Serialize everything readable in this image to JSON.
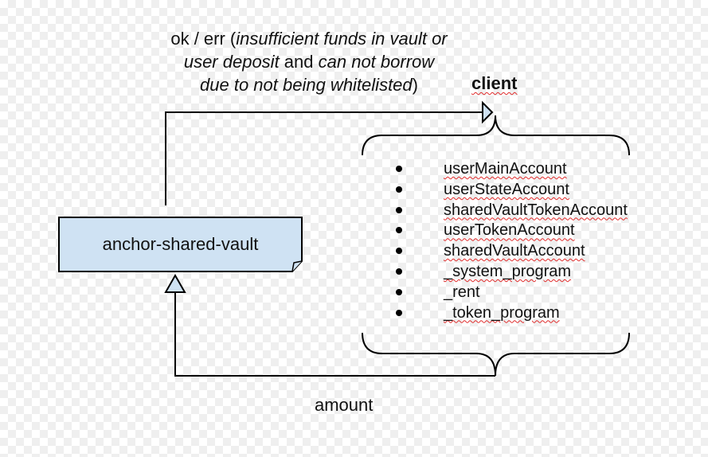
{
  "response_label": {
    "line1_prefix": "ok / err (",
    "line1_italic": "insufficient funds in vault or",
    "line2_italic_a": "user deposit",
    "line2_plain": " and ",
    "line2_italic_b": "can not borrow",
    "line3_italic": "due to not being whitelisted",
    "line3_suffix": ")"
  },
  "client_label": "client",
  "program_node": {
    "label": "anchor-shared-vault",
    "fill_color": "#cfe2f3"
  },
  "accounts": [
    {
      "name": "userMainAccount"
    },
    {
      "name": "userStateAccount"
    },
    {
      "name": "sharedVaultTokenAccount"
    },
    {
      "name": "userTokenAccount"
    },
    {
      "name": "sharedVaultAccount"
    },
    {
      "name": "_system_program"
    },
    {
      "name": "_rent"
    },
    {
      "name": "_token_program"
    }
  ],
  "amount_label": "amount",
  "colors": {
    "line": "#000000",
    "arrowhead_fill": "#cfe2f3",
    "spellcheck_underline": "#e02b2b"
  }
}
